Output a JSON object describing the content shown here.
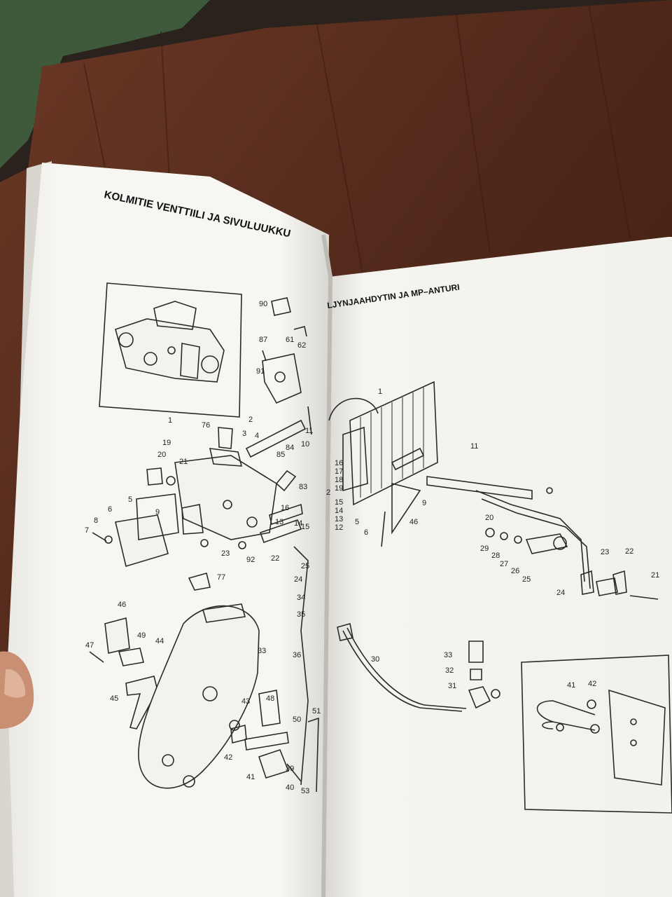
{
  "left_page": {
    "title": "KOLMITIE VENTTIILI JA SIVULUUKKU",
    "part_numbers": [
      "90",
      "61",
      "62",
      "87",
      "91",
      "1",
      "76",
      "2",
      "3",
      "4",
      "19",
      "20",
      "21",
      "84",
      "85",
      "10",
      "11",
      "5",
      "6",
      "9",
      "83",
      "16",
      "7",
      "8",
      "13",
      "14",
      "15",
      "23",
      "92",
      "22",
      "77",
      "24",
      "25",
      "34",
      "35",
      "46",
      "49",
      "44",
      "47",
      "45",
      "33",
      "36",
      "43",
      "48",
      "50",
      "51",
      "42",
      "41",
      "39",
      "40",
      "53"
    ]
  },
  "right_page": {
    "title": "LJYNJAAHDYTIN JA MP–ANTURI",
    "part_numbers": [
      "1",
      "11",
      "16",
      "17",
      "18",
      "19",
      "2",
      "15",
      "14",
      "13",
      "12",
      "5",
      "6",
      "46",
      "9",
      "20",
      "29",
      "28",
      "27",
      "26",
      "25",
      "24",
      "23",
      "22",
      "21",
      "30",
      "33",
      "32",
      "31",
      "41",
      "42"
    ]
  },
  "colors": {
    "wood": "#5a2f1e",
    "paper": "#f6f5f1",
    "ink": "#2a2a2a"
  }
}
